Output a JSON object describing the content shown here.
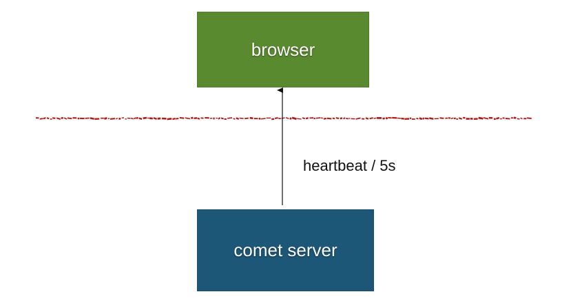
{
  "nodes": {
    "browser": {
      "label": "browser",
      "fill": "#5a8a2f"
    },
    "comet_server": {
      "label": "comet server",
      "fill": "#1d5778"
    }
  },
  "edge": {
    "label": "heartbeat / 5s",
    "color": "#111111"
  },
  "divider": {
    "color": "#b01818",
    "style": "rough-dashed"
  }
}
